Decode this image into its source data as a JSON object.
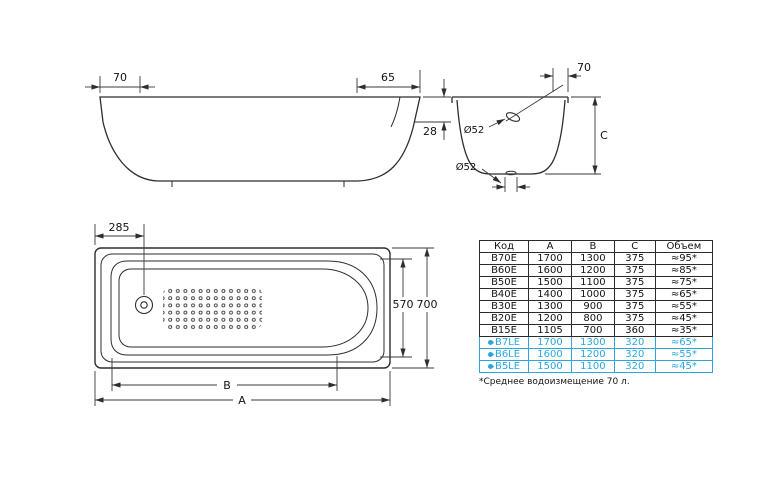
{
  "drawing": {
    "side_view": {
      "dim_lip_left": "70",
      "dim_lip_right": "65",
      "dim_rim_drop": "28"
    },
    "section_view": {
      "dim_rim": "70",
      "dim_overflow": "Ø52",
      "dim_drain": "Ø52",
      "dim_depth": "C"
    },
    "plan_view": {
      "dim_drain_offset": "285",
      "dim_inner_width": "570",
      "dim_outer_width": "700",
      "dim_inner_length": "B",
      "dim_outer_length": "A"
    }
  },
  "table": {
    "headers": [
      "Код",
      "A",
      "B",
      "C",
      "Объем"
    ],
    "rows": [
      {
        "code": "B70E",
        "a": "1700",
        "b": "1300",
        "c": "375",
        "volume": "≈95*",
        "eco": false
      },
      {
        "code": "B60E",
        "a": "1600",
        "b": "1200",
        "c": "375",
        "volume": "≈85*",
        "eco": false
      },
      {
        "code": "B50E",
        "a": "1500",
        "b": "1100",
        "c": "375",
        "volume": "≈75*",
        "eco": false
      },
      {
        "code": "B40E",
        "a": "1400",
        "b": "1000",
        "c": "375",
        "volume": "≈65*",
        "eco": false
      },
      {
        "code": "B30E",
        "a": "1300",
        "b": "900",
        "c": "375",
        "volume": "≈55*",
        "eco": false
      },
      {
        "code": "B20E",
        "a": "1200",
        "b": "800",
        "c": "375",
        "volume": "≈45*",
        "eco": false
      },
      {
        "code": "B15E",
        "a": "1105",
        "b": "700",
        "c": "360",
        "volume": "≈35*",
        "eco": false
      },
      {
        "code": "B7LE",
        "a": "1700",
        "b": "1300",
        "c": "320",
        "volume": "≈65*",
        "eco": true
      },
      {
        "code": "B6LE",
        "a": "1600",
        "b": "1200",
        "c": "320",
        "volume": "≈55*",
        "eco": true
      },
      {
        "code": "B5LE",
        "a": "1500",
        "b": "1100",
        "c": "320",
        "volume": "≈45*",
        "eco": true
      }
    ],
    "footnote": "*Среднее водоизмещение 70 л.",
    "accent_color": "#2aa7df"
  }
}
